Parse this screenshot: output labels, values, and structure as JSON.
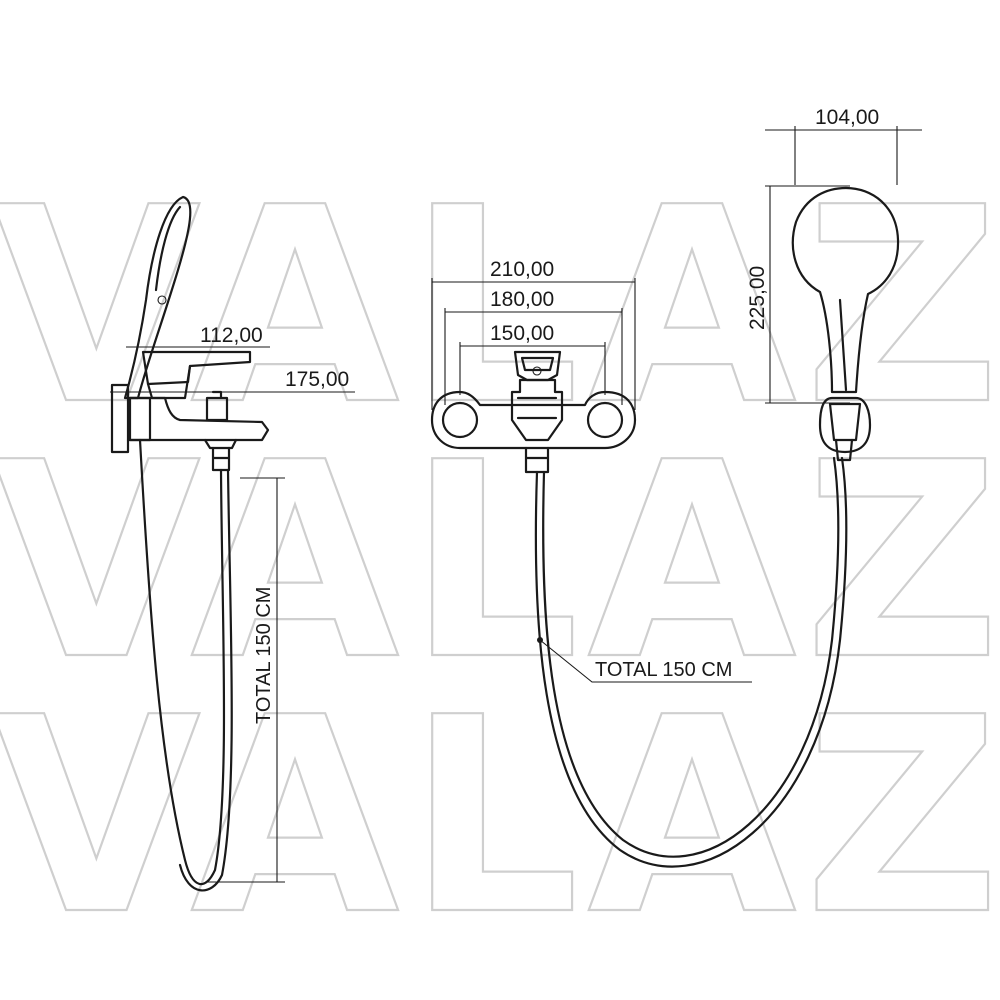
{
  "watermark": {
    "text": "VALAZ",
    "color": "#cfcfcf"
  },
  "side_view": {
    "dim_handle": "112,00",
    "dim_spout": "175,00",
    "hose_label": "TOTAL 150 CM"
  },
  "front_view": {
    "dim_overall": "210,00",
    "dim_mid": "180,00",
    "dim_inner": "150,00",
    "hose_label": "TOTAL 150 CM"
  },
  "shower_head": {
    "dim_width": "104,00",
    "dim_height": "225,00"
  },
  "colors": {
    "line": "#1a1a1a",
    "background": "#ffffff"
  }
}
